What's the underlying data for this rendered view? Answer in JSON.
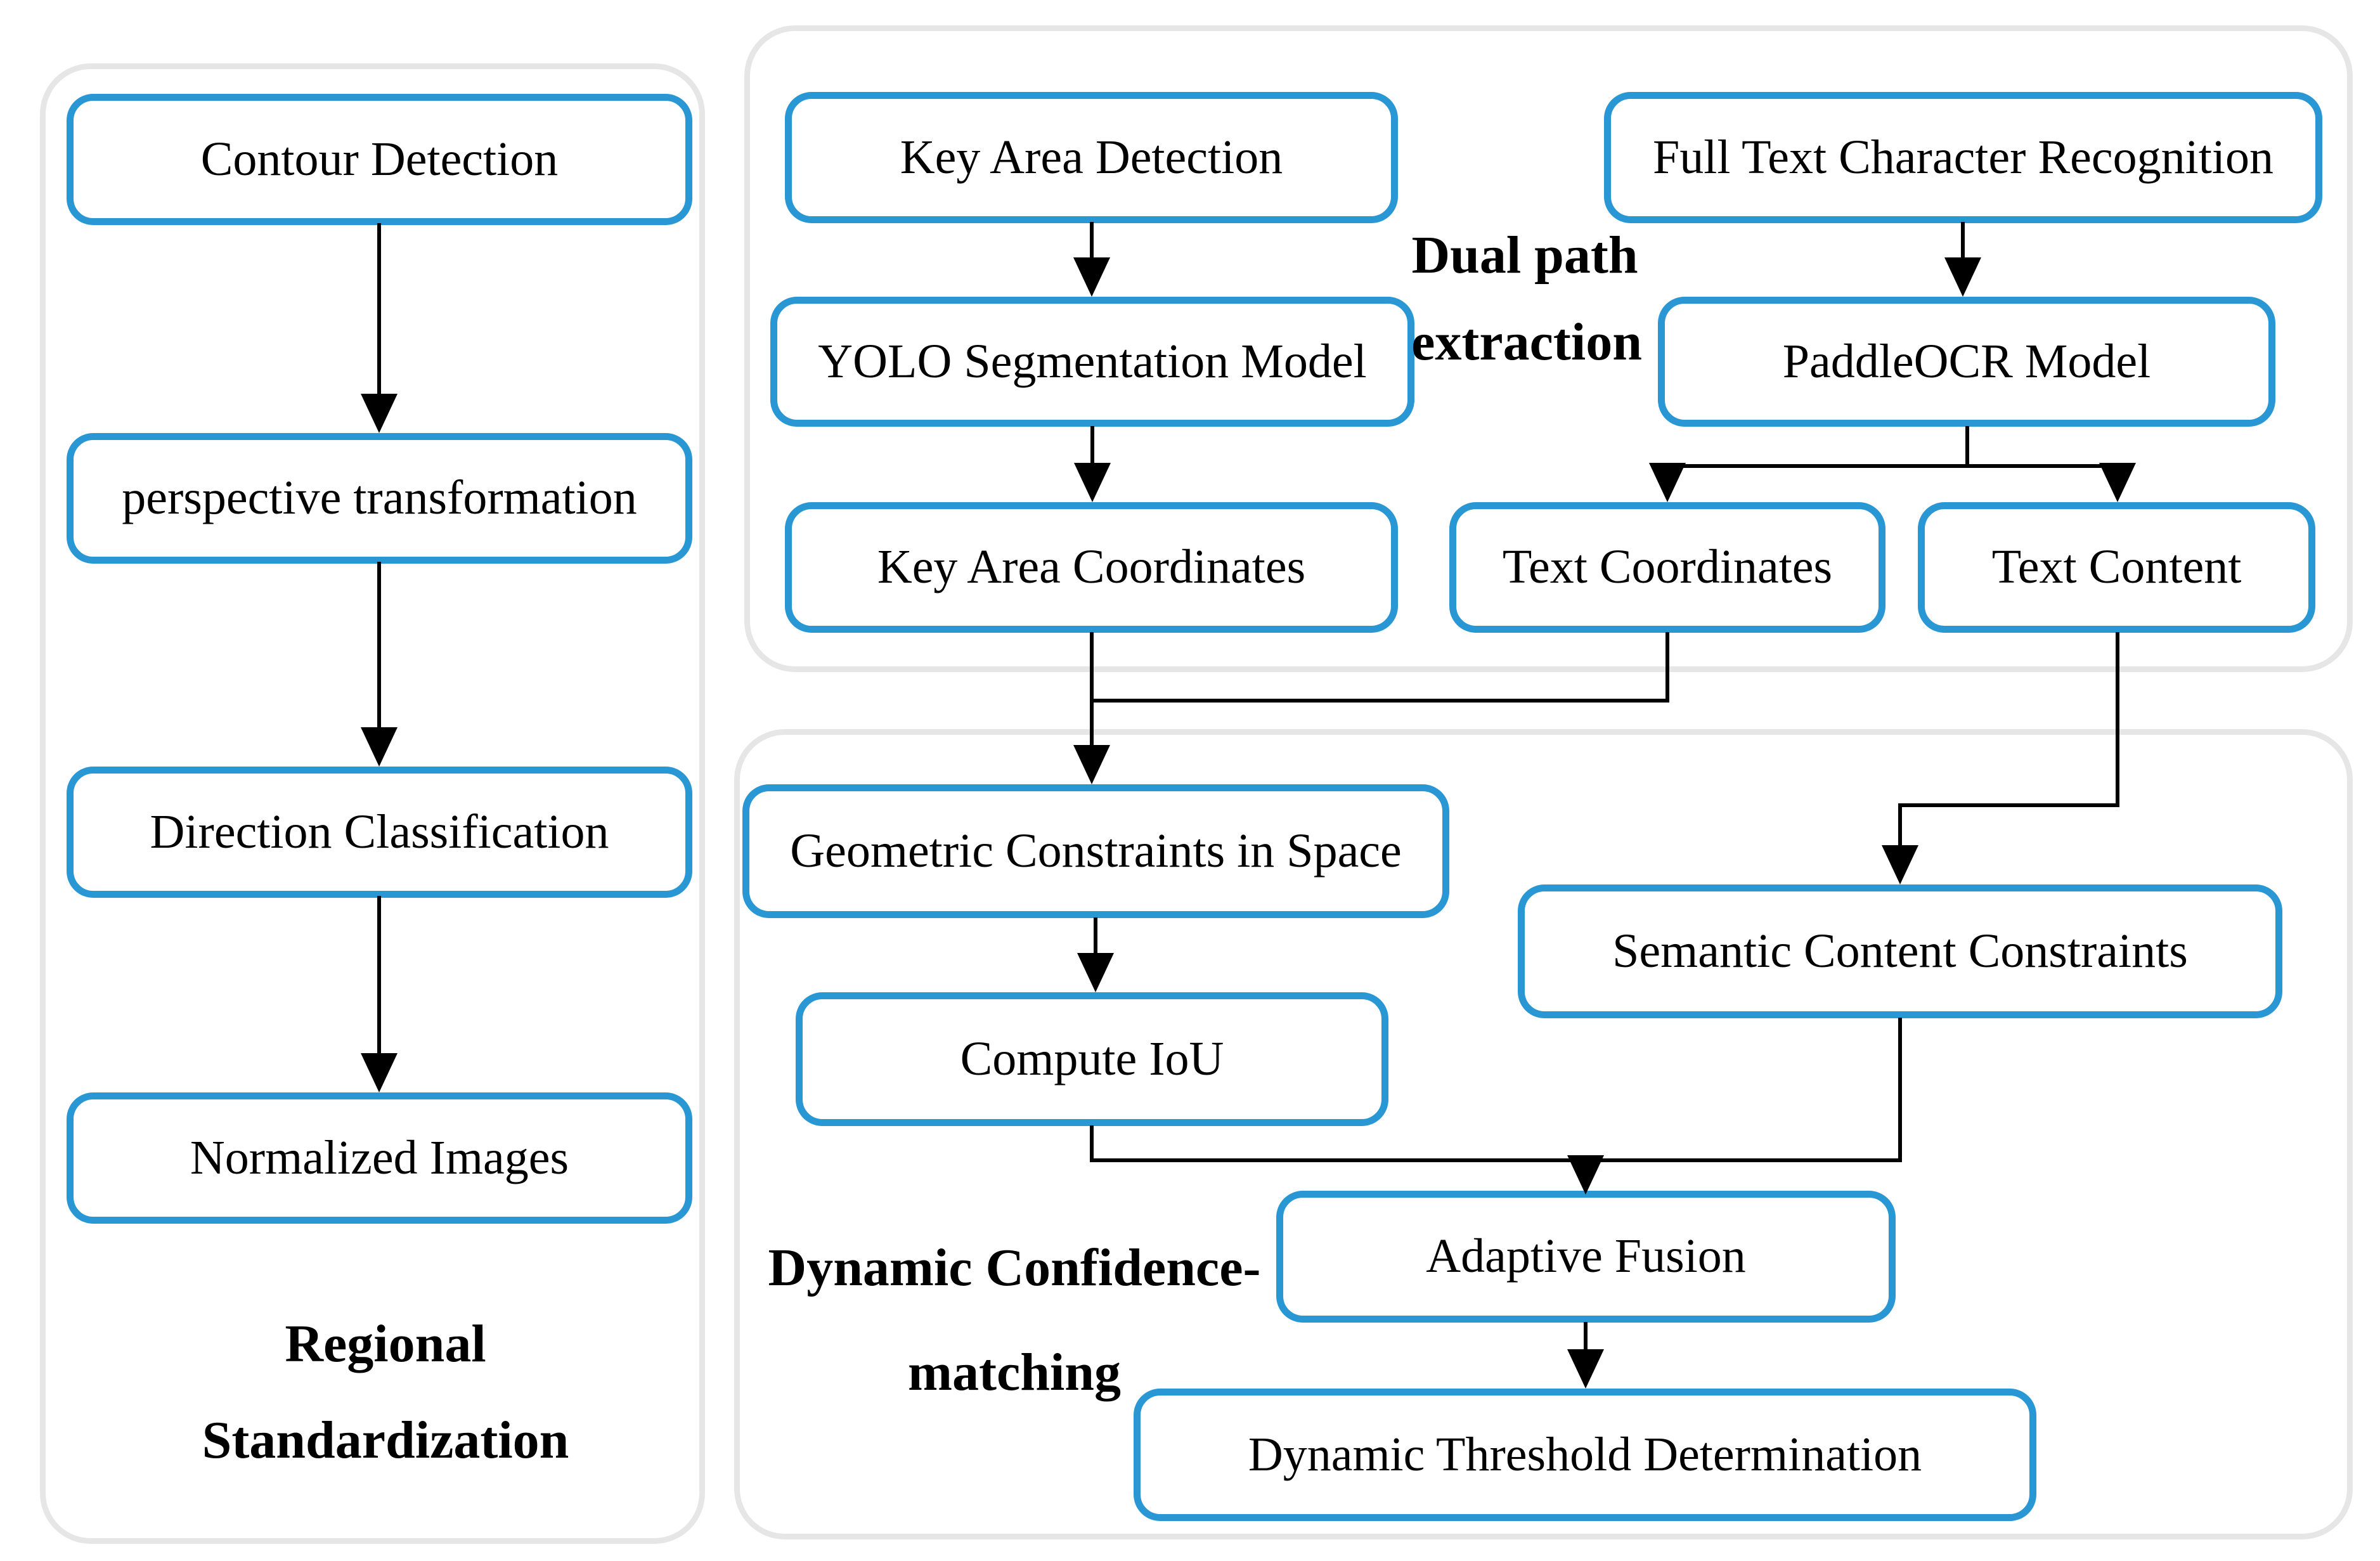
{
  "colors": {
    "box_border": "#2997D4",
    "panel_border": "#E6E6E6",
    "connector": "#000000",
    "text": "#000000",
    "background": "#FFFFFF"
  },
  "panels": {
    "regional_standardization": {
      "title_line1": "Regional",
      "title_line2": "Standardization"
    },
    "dual_path_extraction": {
      "title_line1": "Dual path",
      "title_line2": "extraction"
    },
    "dynamic_confidence_matching": {
      "title_line1": "Dynamic Confidence-",
      "title_line2": "matching"
    }
  },
  "nodes": {
    "contour_detection": "Contour Detection",
    "perspective_transformation": "perspective transformation",
    "direction_classification": "Direction Classification",
    "normalized_images": "Normalized Images",
    "key_area_detection": "Key Area Detection",
    "full_text_character_recognition": "Full Text Character Recognition",
    "yolo_segmentation_model": "YOLO Segmentation Model",
    "paddleocr_model": "PaddleOCR Model",
    "key_area_coordinates": "Key Area Coordinates",
    "text_coordinates": "Text Coordinates",
    "text_content": "Text Content",
    "geometric_constraints": "Geometric Constraints in Space",
    "compute_iou": "Compute IoU",
    "semantic_content_constraints": "Semantic Content Constraints",
    "adaptive_fusion": "Adaptive Fusion",
    "dynamic_threshold_determination": "Dynamic Threshold Determination"
  }
}
